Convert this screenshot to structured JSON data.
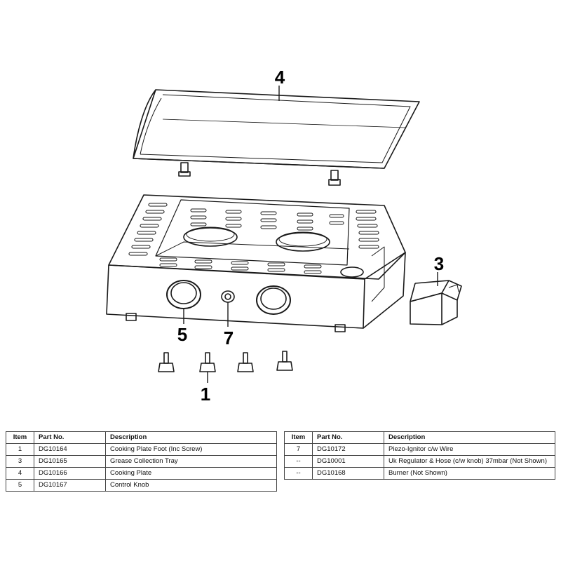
{
  "callouts": [
    {
      "label": "4"
    },
    {
      "label": "3"
    },
    {
      "label": "5"
    },
    {
      "label": "7"
    },
    {
      "label": "1"
    }
  ],
  "tables": {
    "headers": {
      "item": "Item",
      "part_no": "Part No.",
      "description": "Description"
    },
    "left": [
      {
        "item": "1",
        "part_no": "DG10164",
        "description": "Cooking Plate Foot (Inc Screw)"
      },
      {
        "item": "3",
        "part_no": "DG10165",
        "description": "Grease Collection Tray"
      },
      {
        "item": "4",
        "part_no": "DG10166",
        "description": "Cooking Plate"
      },
      {
        "item": "5",
        "part_no": "DG10167",
        "description": "Control Knob"
      }
    ],
    "right": [
      {
        "item": "7",
        "part_no": "DG10172",
        "description": "Piezo-Ignitor c/w Wire"
      },
      {
        "item": "--",
        "part_no": "DG10001",
        "description": "Uk Regulator & Hose (c/w knob) 37mbar (Not Shown)"
      },
      {
        "item": "--",
        "part_no": "DG10168",
        "description": "Burner (Not Shown)"
      }
    ]
  },
  "colors": {
    "line": "#1a1a1a",
    "background": "#ffffff"
  }
}
